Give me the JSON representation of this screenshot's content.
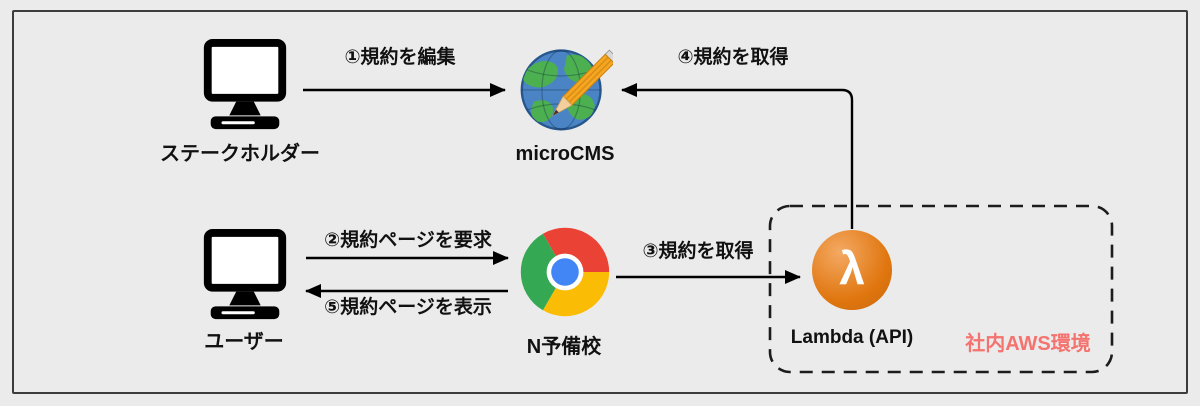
{
  "nodes": {
    "stakeholder": {
      "label": "ステークホルダー",
      "icon": "desktop-computer-icon"
    },
    "microcms": {
      "label": "microCMS",
      "icon": "globe-pencil-icon"
    },
    "user": {
      "label": "ユーザー",
      "icon": "desktop-computer-icon"
    },
    "school": {
      "label": "N予備校",
      "icon": "chrome-browser-icon"
    },
    "lambda": {
      "label": "Lambda (API)",
      "icon": "lambda-icon",
      "symbol": "λ"
    }
  },
  "aws_box": {
    "label": "社内AWS環境"
  },
  "arrows": {
    "step1": {
      "label": "①規約を編集",
      "from": "stakeholder",
      "to": "microcms"
    },
    "step2": {
      "label": "②規約ページを要求",
      "from": "user",
      "to": "school"
    },
    "step3": {
      "label": "③規約を取得",
      "from": "school",
      "to": "lambda"
    },
    "step4": {
      "label": "④規約を取得",
      "from": "lambda",
      "to": "microcms"
    },
    "step5": {
      "label": "⑤規約ページを表示",
      "from": "school",
      "to": "user"
    }
  },
  "colors": {
    "background": "#EBEBEB",
    "border": "#3D3D3D",
    "lambda_orange": "#E0760F",
    "aws_label_red": "#F4736E",
    "chrome_red": "#EA4335",
    "chrome_yellow": "#FBBC05",
    "chrome_green": "#34A853",
    "chrome_blue": "#4285F4"
  }
}
